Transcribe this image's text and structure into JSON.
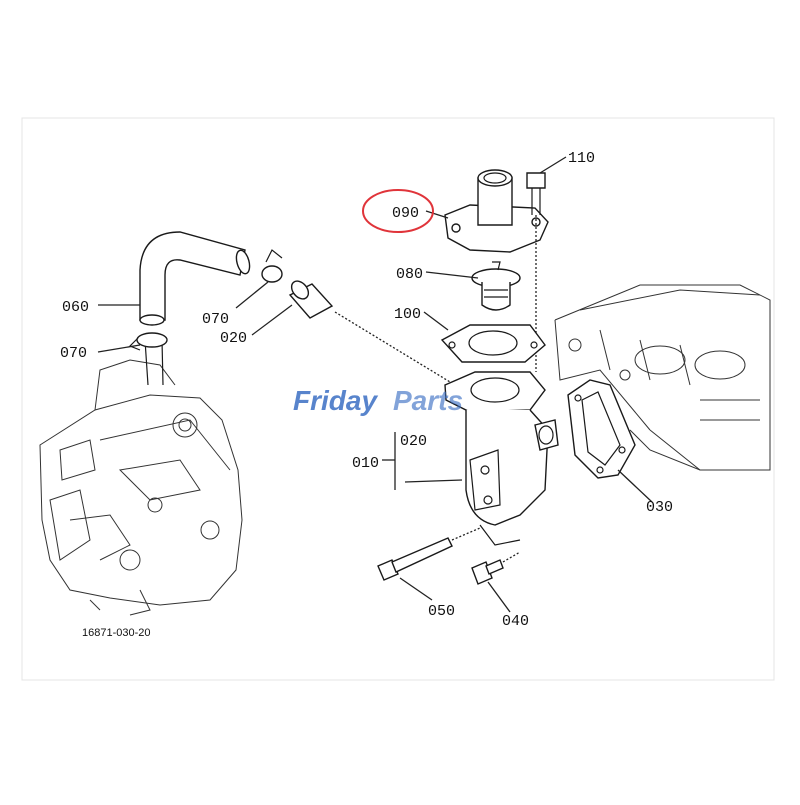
{
  "diagram": {
    "part_labels": [
      {
        "id": "p060",
        "text": "060"
      },
      {
        "id": "p070a",
        "text": "070"
      },
      {
        "id": "p070b",
        "text": "070"
      },
      {
        "id": "p020a",
        "text": "020"
      },
      {
        "id": "p090",
        "text": "090"
      },
      {
        "id": "p110",
        "text": "110"
      },
      {
        "id": "p080",
        "text": "080"
      },
      {
        "id": "p100",
        "text": "100"
      },
      {
        "id": "p020b",
        "text": "020"
      },
      {
        "id": "p010",
        "text": "010"
      },
      {
        "id": "p030",
        "text": "030"
      },
      {
        "id": "p050",
        "text": "050"
      },
      {
        "id": "p040",
        "text": "040"
      }
    ],
    "drawing_code": "16871-030-20",
    "highlighted_part": "090",
    "highlight_color": "#e0343a"
  },
  "watermark": {
    "text_primary": "Friday",
    "text_secondary": "Parts",
    "color_primary": "#3b6fc4",
    "color_secondary": "#3b6fc4"
  }
}
